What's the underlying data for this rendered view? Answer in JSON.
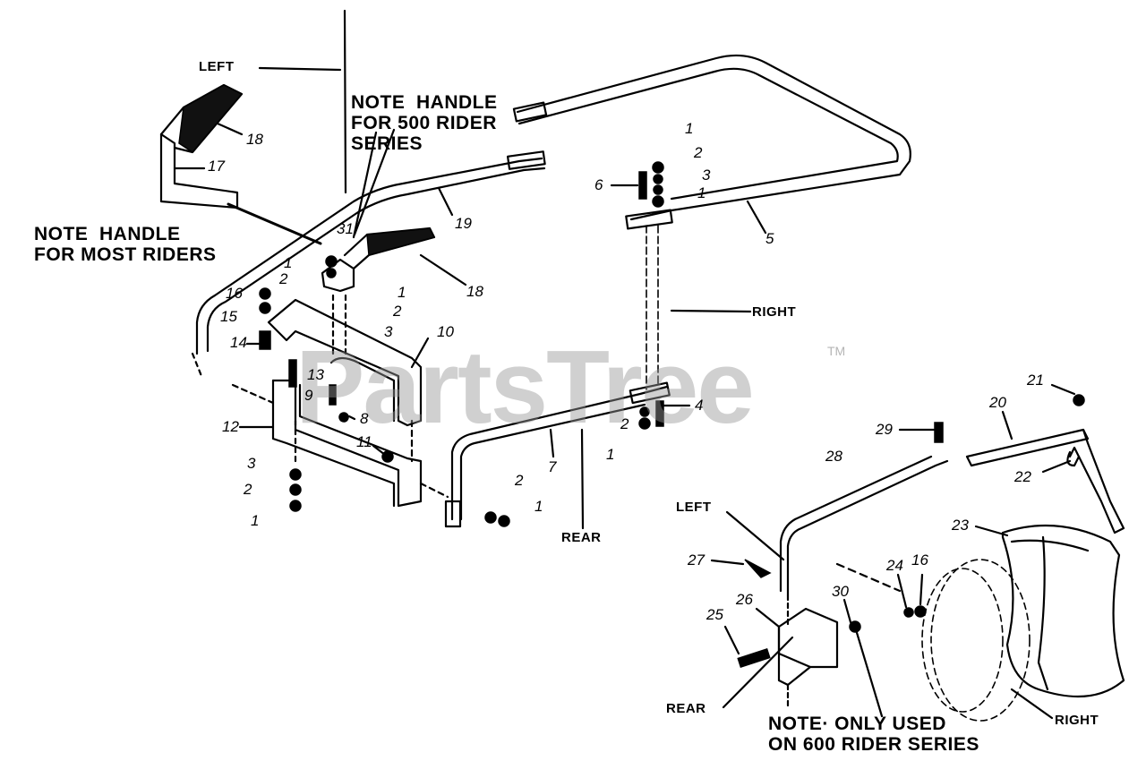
{
  "watermark": {
    "text": "PartsTree",
    "tm": "TM"
  },
  "notes": {
    "rider500": "NOTE  HANDLE\nFOR 500 RIDER\nSERIES",
    "most_riders": "NOTE  HANDLE\nFOR MOST RIDERS",
    "rider600": "NOTE· ONLY USED\nON 600 RIDER SERIES"
  },
  "directions": {
    "left_top": "LEFT",
    "right_mid": "RIGHT",
    "rear_mid": "REAR",
    "left_bottom": "LEFT",
    "rear_bottom": "REAR",
    "right_bottom": "RIGHT"
  },
  "part_numbers": [
    {
      "id": "p18a",
      "text": "18"
    },
    {
      "id": "p17",
      "text": "17"
    },
    {
      "id": "p19",
      "text": "19"
    },
    {
      "id": "p31",
      "text": "31"
    },
    {
      "id": "p18b",
      "text": "18"
    },
    {
      "id": "p1a",
      "text": "1"
    },
    {
      "id": "p2a",
      "text": "2"
    },
    {
      "id": "p1b",
      "text": "1"
    },
    {
      "id": "p2b",
      "text": "2"
    },
    {
      "id": "p3a",
      "text": "3"
    },
    {
      "id": "p16a",
      "text": "16"
    },
    {
      "id": "p15",
      "text": "15"
    },
    {
      "id": "p14",
      "text": "14"
    },
    {
      "id": "p10",
      "text": "10"
    },
    {
      "id": "p13",
      "text": "13"
    },
    {
      "id": "p9",
      "text": "9"
    },
    {
      "id": "p8",
      "text": "8"
    },
    {
      "id": "p12",
      "text": "12"
    },
    {
      "id": "p11",
      "text": "11"
    },
    {
      "id": "p3b",
      "text": "3"
    },
    {
      "id": "p2c",
      "text": "2"
    },
    {
      "id": "p1c",
      "text": "1"
    },
    {
      "id": "p1d",
      "text": "1"
    },
    {
      "id": "p2d",
      "text": "2"
    },
    {
      "id": "p3c",
      "text": "3"
    },
    {
      "id": "p1e",
      "text": "1"
    },
    {
      "id": "p6",
      "text": "6"
    },
    {
      "id": "p5",
      "text": "5"
    },
    {
      "id": "p4",
      "text": "4"
    },
    {
      "id": "p2e",
      "text": "2"
    },
    {
      "id": "p1f",
      "text": "1"
    },
    {
      "id": "p7",
      "text": "7"
    },
    {
      "id": "p2f",
      "text": "2"
    },
    {
      "id": "p1g",
      "text": "1"
    },
    {
      "id": "p21",
      "text": "21"
    },
    {
      "id": "p20",
      "text": "20"
    },
    {
      "id": "p22",
      "text": "22"
    },
    {
      "id": "p29",
      "text": "29"
    },
    {
      "id": "p28",
      "text": "28"
    },
    {
      "id": "p23",
      "text": "23"
    },
    {
      "id": "p27",
      "text": "27"
    },
    {
      "id": "p24",
      "text": "24"
    },
    {
      "id": "p16b",
      "text": "16"
    },
    {
      "id": "p30",
      "text": "30"
    },
    {
      "id": "p26",
      "text": "26"
    },
    {
      "id": "p25",
      "text": "25"
    }
  ]
}
